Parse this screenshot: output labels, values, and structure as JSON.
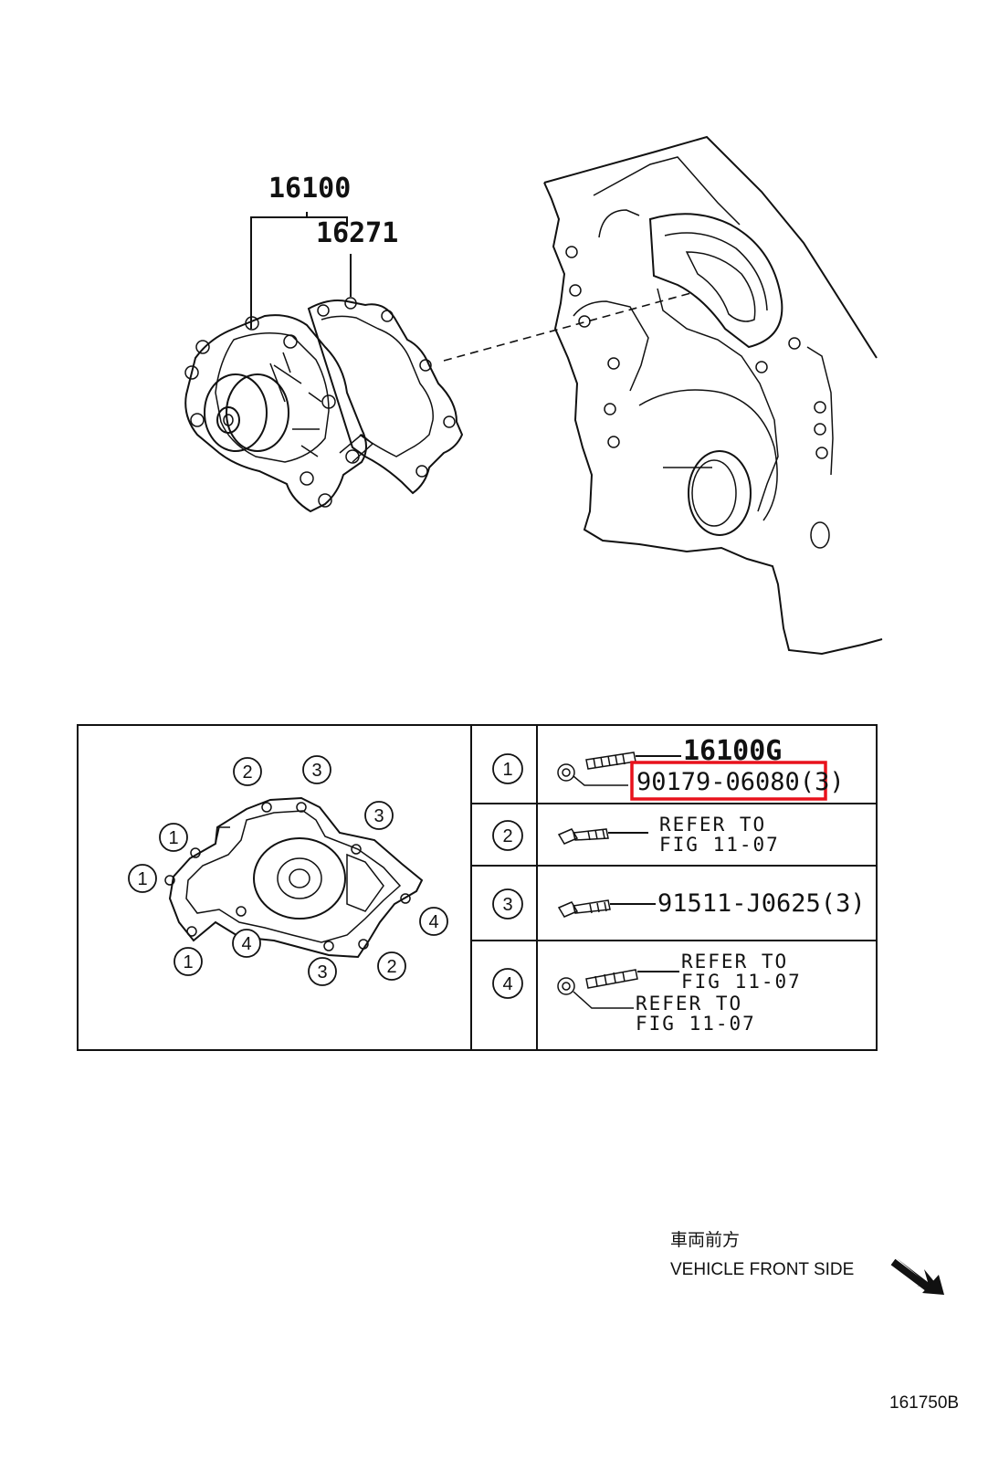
{
  "callouts": {
    "pump_assy": "16100",
    "gasket": "16271"
  },
  "table": {
    "rows": [
      {
        "index": "1",
        "parts": [
          "16100G",
          "90179-06080(3)"
        ],
        "highlight": "90179-06080(3)"
      },
      {
        "index": "2",
        "refer": [
          "REFER TO",
          "FIG 11-07"
        ]
      },
      {
        "index": "3",
        "parts": [
          "91511-J0625(3)"
        ]
      },
      {
        "index": "4",
        "refer_a": [
          "REFER TO",
          "FIG 11-07"
        ],
        "refer_b": [
          "REFER TO",
          "FIG 11-07"
        ]
      }
    ]
  },
  "bolt_map": [
    {
      "label": "2",
      "pos": "top-left"
    },
    {
      "label": "3",
      "pos": "top"
    },
    {
      "label": "3",
      "pos": "top-right"
    },
    {
      "label": "1",
      "pos": "left-upper"
    },
    {
      "label": "1",
      "pos": "left"
    },
    {
      "label": "4",
      "pos": "right"
    },
    {
      "label": "4",
      "pos": "bottom-center"
    },
    {
      "label": "1",
      "pos": "bottom-left"
    },
    {
      "label": "3",
      "pos": "bottom"
    },
    {
      "label": "2",
      "pos": "bottom-right"
    }
  ],
  "orientation": {
    "jp": "車両前方",
    "en": "VEHICLE FRONT SIDE",
    "arrow_icon": "arrow-down-right-icon"
  },
  "figure_id": "161750B",
  "colors": {
    "highlight": "#e8121c",
    "ink": "#111111"
  }
}
